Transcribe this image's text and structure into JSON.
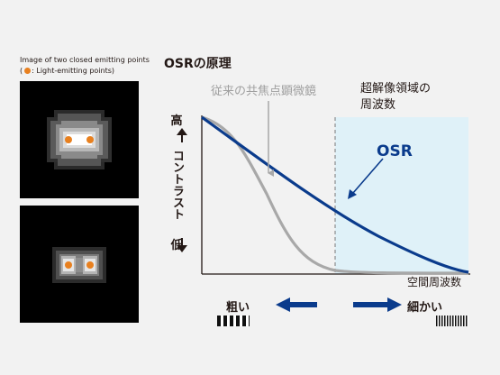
{
  "captions": {
    "line1": "Image of two closed emitting points",
    "line2_prefix": "(",
    "line2_text": ": Light-emitting points)"
  },
  "title": "OSRの原理",
  "labels": {
    "conventional": "従来の共焦点顕微鏡",
    "super_res_line1": "超解像領域の",
    "super_res_line2": "周波数",
    "osr": "OSR",
    "x_axis": "空間周波数",
    "y_high": "高",
    "y_text": "コントラスト",
    "y_low": "低",
    "coarse": "粗い",
    "fine": "細かい"
  },
  "colors": {
    "osr_curve": "#0a3b8c",
    "conventional_curve": "#a8a8a8",
    "super_res_region": "#dff1f8",
    "emitter_dot": "#e8801f",
    "arrow": "#0a3b8c"
  }
}
